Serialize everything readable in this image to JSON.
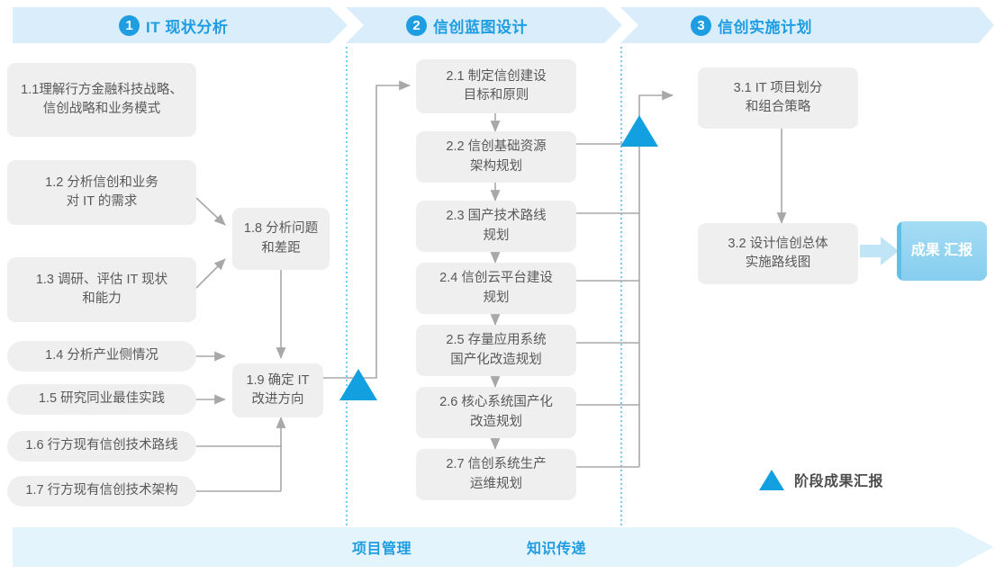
{
  "header": {
    "phases": [
      {
        "num": "1",
        "title": "IT 现状分析"
      },
      {
        "num": "2",
        "title": "信创蓝图设计"
      },
      {
        "num": "3",
        "title": "信创实施计划"
      }
    ]
  },
  "nodes": {
    "n11": {
      "line1": "1.1理解行方金融科技战略、",
      "line2": "信创战略和业务模式"
    },
    "n12": {
      "line1": "1.2 分析信创和业务",
      "line2": "对 IT 的需求"
    },
    "n13": {
      "line1": "1.3 调研、评估 IT 现状",
      "line2": "和能力"
    },
    "n14": {
      "line1": "1.4 分析产业侧情况"
    },
    "n15": {
      "line1": "1.5 研究同业最佳实践"
    },
    "n16": {
      "line1": "1.6 行方现有信创技术路线"
    },
    "n17": {
      "line1": "1.7 行方现有信创技术架构"
    },
    "n18": {
      "line1": "1.8 分析问题",
      "line2": "和差距"
    },
    "n19": {
      "line1": "1.9 确定 IT",
      "line2": "改进方向"
    },
    "n21": {
      "line1": "2.1 制定信创建设",
      "line2": "目标和原则"
    },
    "n22": {
      "line1": "2.2 信创基础资源",
      "line2": "架构规划"
    },
    "n23": {
      "line1": "2.3 国产技术路线",
      "line2": "规划"
    },
    "n24": {
      "line1": "2.4 信创云平台建设",
      "line2": "规划"
    },
    "n25": {
      "line1": "2.5 存量应用系统",
      "line2": "国产化改造规划"
    },
    "n26": {
      "line1": "2.6 核心系统国产化",
      "line2": "改造规划"
    },
    "n27": {
      "line1": "2.7 信创系统生产",
      "line2": "运维规划"
    },
    "n31": {
      "line1": "3.1 IT 项目划分",
      "line2": "和组合策略"
    },
    "n32": {
      "line1": "3.2 设计信创总体",
      "line2": "实施路线图"
    }
  },
  "result": {
    "line1": "成果",
    "line2": "汇报"
  },
  "legend": {
    "label": "阶段成果汇报"
  },
  "bottom": {
    "labels": [
      "项目管理",
      "知识传递"
    ]
  },
  "colors": {
    "accent": "#1e9de3",
    "band": "#d9edfa",
    "node_fill": "#efefef",
    "node_text": "#595959",
    "connector": "#9a9a9a",
    "triangle": "#13a0e0",
    "result_fill": "#86cdef",
    "bottom_band": "#e3f4fc"
  }
}
